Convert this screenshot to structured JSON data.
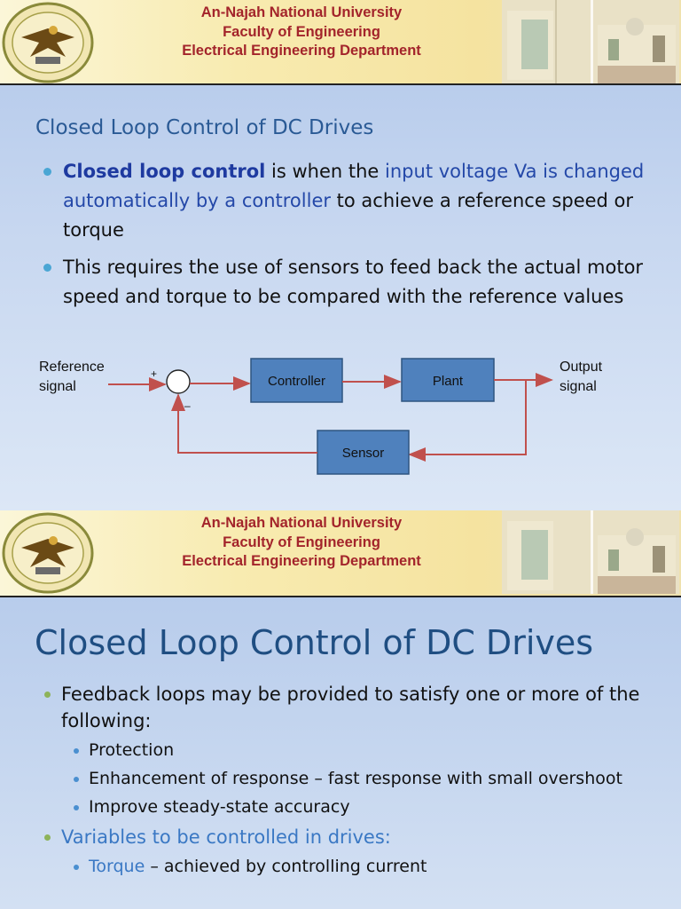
{
  "header": {
    "university": "An-Najah National University",
    "faculty": "Faculty of Engineering",
    "department": "Electrical Engineering Department"
  },
  "slide1": {
    "title": "Closed Loop Control of DC Drives",
    "bullet1": {
      "part1": "Closed loop control",
      "part2": " is when the ",
      "part3": "input voltage Va is changed automatically by a controller",
      "part4": " to achieve a reference speed or torque"
    },
    "bullet2": "This requires the use of sensors to feed back the actual motor speed and torque to be compared with the reference values",
    "diagram": {
      "input_label_line1": "Reference",
      "input_label_line2": "signal",
      "output_label_line1": "Output",
      "output_label_line2": "signal",
      "plus": "+",
      "minus": "–",
      "controller": "Controller",
      "plant": "Plant",
      "sensor": "Sensor",
      "block_color": "#4f81bd",
      "arrow_color": "#c0504d"
    }
  },
  "slide2": {
    "title": "Closed Loop Control of DC Drives",
    "bullet1": "Feedback loops may be provided to satisfy one or more of the following:",
    "sub1": "Protection",
    "sub2": "Enhancement of response – fast response with small overshoot",
    "sub3": "Improve steady-state accuracy",
    "bullet2": "Variables to be controlled in drives:",
    "sub4_part1": "Torque",
    "sub4_part2": " – achieved by controlling current"
  },
  "colors": {
    "header_text": "#a3242b",
    "title_blue": "#2a5a95",
    "accent_green": "#8db35a"
  }
}
